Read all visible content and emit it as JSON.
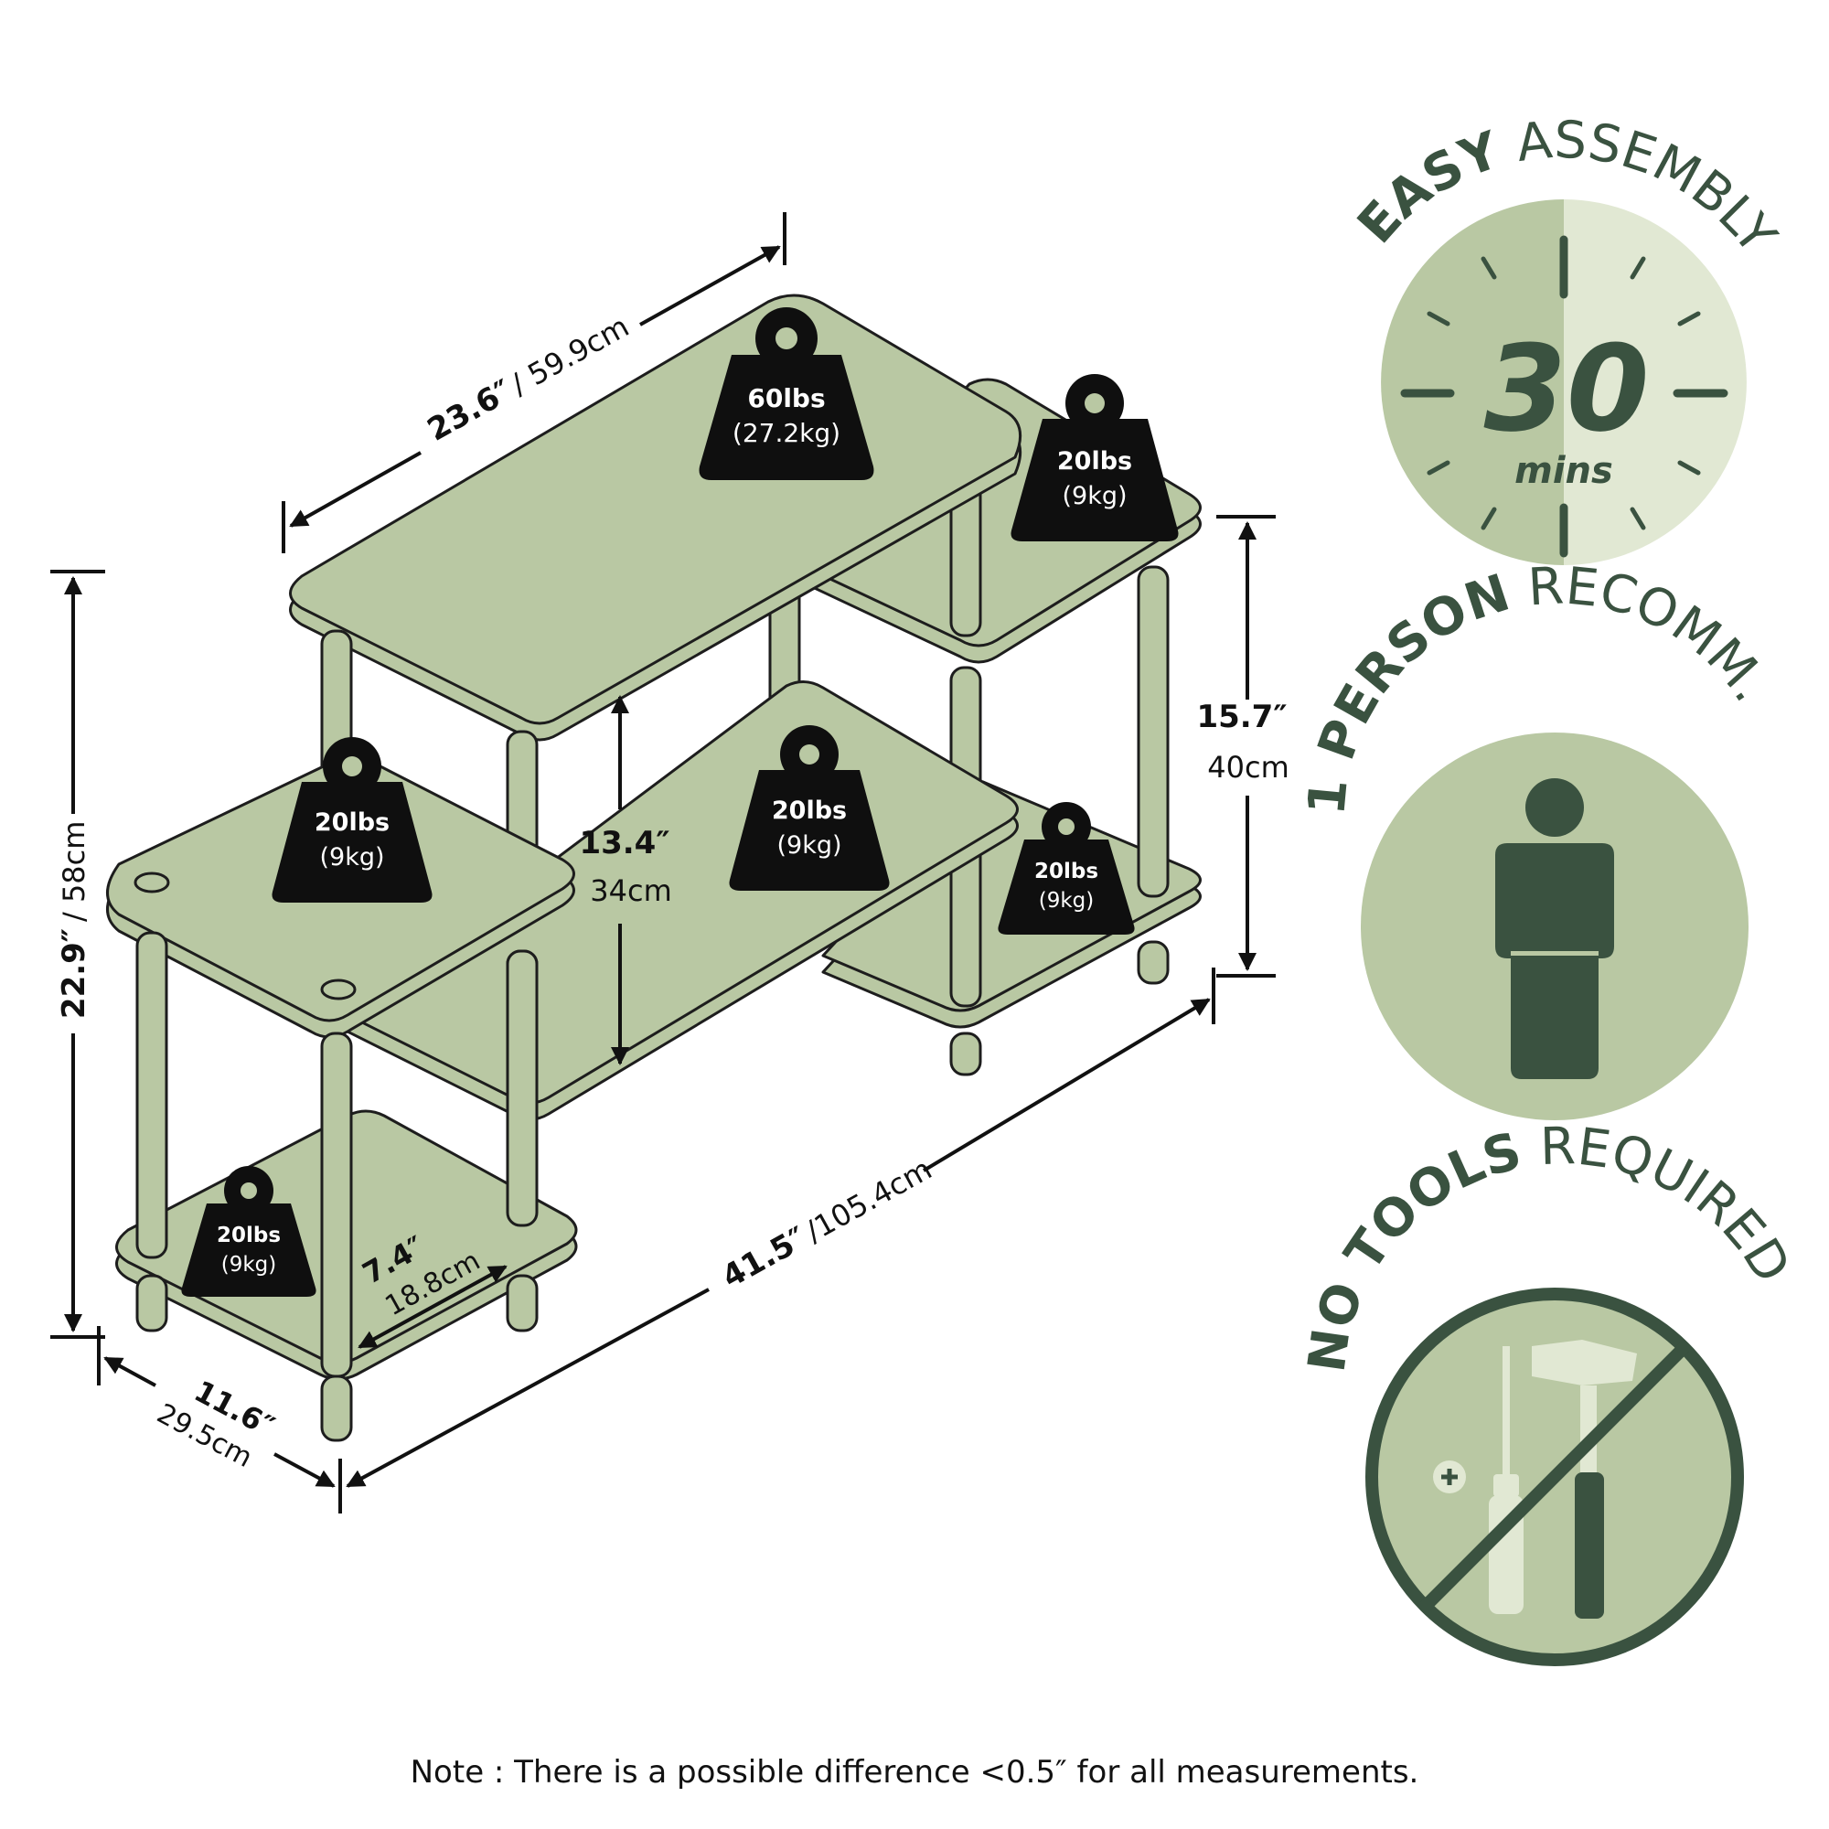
{
  "colors": {
    "shelf": "#b9c8a3",
    "stroke": "#1d1d1d",
    "badge_dark": "#3a5240",
    "badge_mid": "#b9c8a3",
    "badge_light": "#e1e8d3",
    "weight_fill": "#0f0f0f"
  },
  "weights": {
    "top_center": {
      "lbs": "60lbs",
      "kg": "(27.2kg)"
    },
    "top_right": {
      "lbs": "20lbs",
      "kg": "(9kg)"
    },
    "left_mid": {
      "lbs": "20lbs",
      "kg": "(9kg)"
    },
    "center_mid": {
      "lbs": "20lbs",
      "kg": "(9kg)"
    },
    "right_low": {
      "lbs": "20lbs",
      "kg": "(9kg)"
    },
    "left_bottom": {
      "lbs": "20lbs",
      "kg": "(9kg)"
    }
  },
  "dimensions": {
    "top_width": {
      "in": "23.6″",
      "cm": "/ 59.9cm"
    },
    "total_height": {
      "in": "22.9″",
      "cm": "/ 58cm"
    },
    "center_gap": {
      "in": "13.4″",
      "cm": "34cm"
    },
    "right_height": {
      "in": "15.7″",
      "cm": "40cm"
    },
    "shelf_gap": {
      "in": "7.4″",
      "cm": "18.8cm"
    },
    "depth": {
      "in": "11.6″",
      "cm": "29.5cm"
    },
    "total_width": {
      "in": "41.5″",
      "cm": "/105.4cm"
    }
  },
  "badges": {
    "assembly": {
      "word_bold": "EASY",
      "word_light": "ASSEMBLY",
      "number": "30",
      "unit": "mins",
      "icon": "clock-icon"
    },
    "person": {
      "word_bold": "1 PERSON",
      "word_light": "RECOMM.",
      "icon": "person-icon"
    },
    "tools": {
      "word_bold": "NO TOOLS",
      "word_light": "REQUIRED",
      "icon": "no-tools-icon"
    }
  },
  "note": "Note : There is a possible difference <0.5″ for all measurements."
}
